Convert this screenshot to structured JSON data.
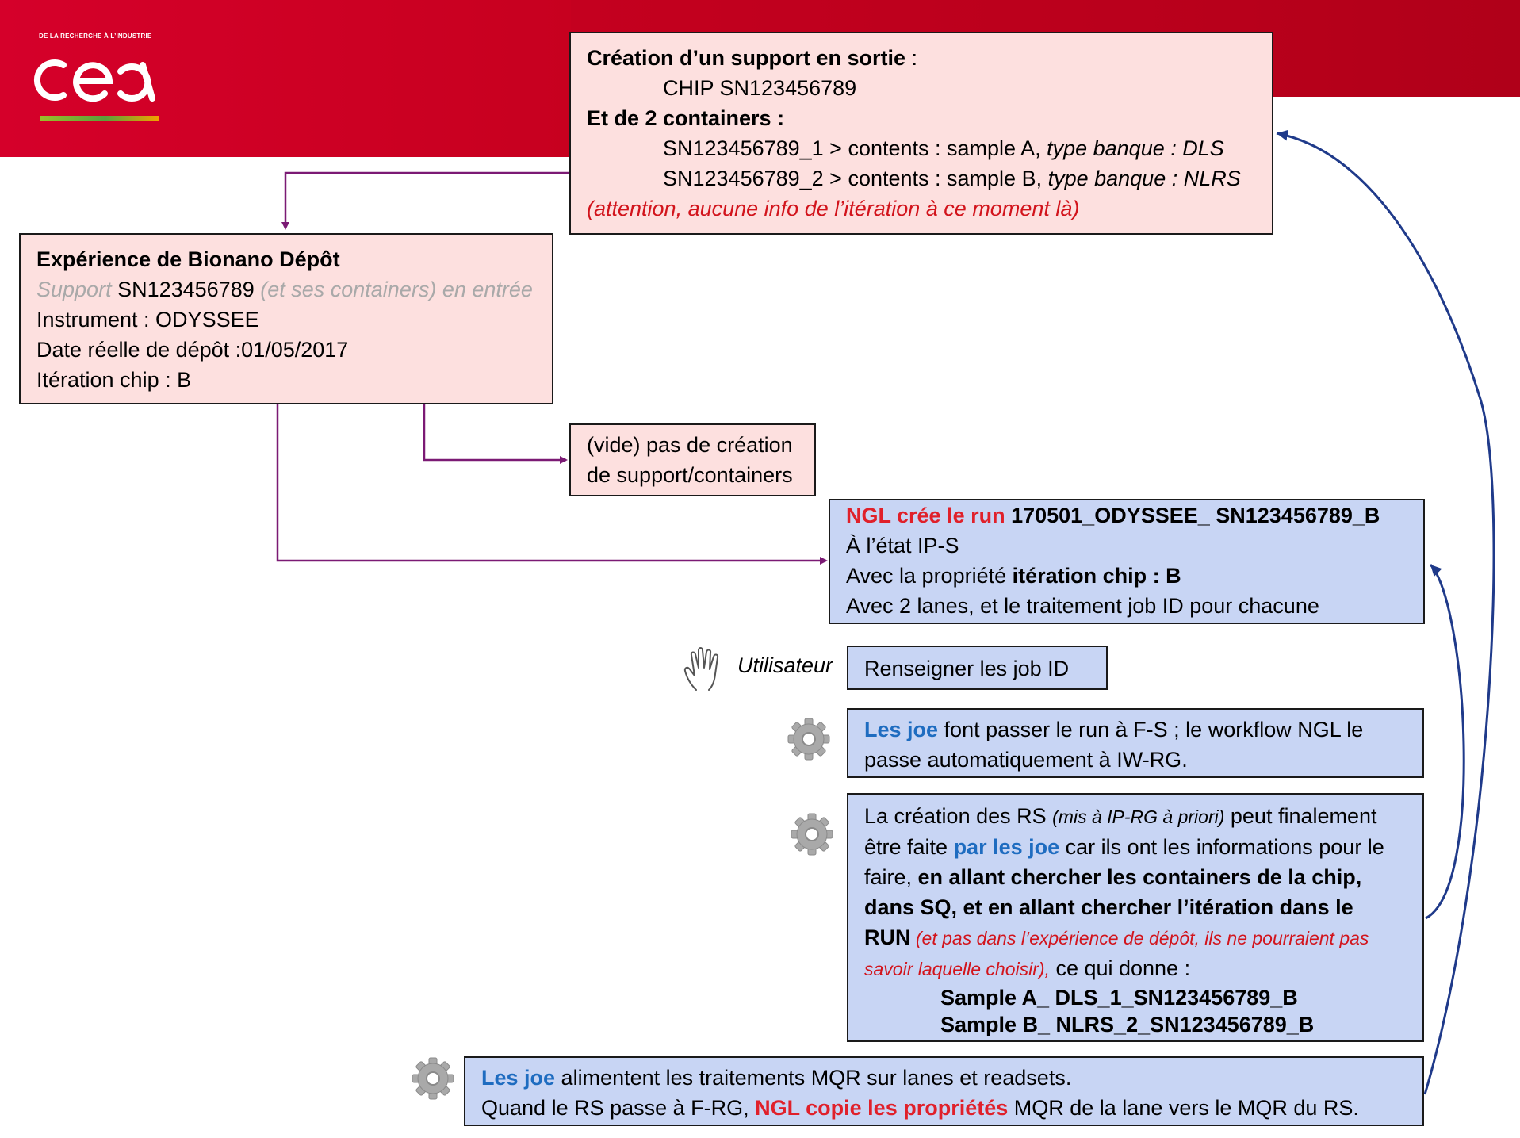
{
  "header": {
    "tagline": "DE LA RECHERCHE À L’INDUSTRIE",
    "logo_text": "cea"
  },
  "box_creation": {
    "l1_bold": "Création d’un support en sortie",
    "l1_rest": " :",
    "l2": "CHIP SN123456789",
    "l3_bold": "Et de 2 containers :",
    "l4_a": "SN123456789_1 > contents : sample A, ",
    "l4_b": "type banque : DLS",
    "l5_a": "SN123456789_2 > contents : sample B, ",
    "l5_b": "type banque : NLRS",
    "l6": "(attention, aucune info de l’itération à ce moment là)"
  },
  "box_experience": {
    "title": "Expérience de Bionano Dépôt",
    "support_a": "Support",
    "support_b": " SN123456789 ",
    "support_c": "(et ses containers) en entrée",
    "instrument": "Instrument : ODYSSEE",
    "date": "Date réelle de dépôt :01/05/2017",
    "iteration": "Itération chip : B"
  },
  "box_vide": {
    "l1": "(vide) pas de création",
    "l2": "de support/containers"
  },
  "box_run": {
    "l1_red": "NGL crée le run ",
    "l1_bold": "170501_ODYSSEE_ SN123456789_B",
    "l2": "À l’état IP-S",
    "l3_a": "Avec la propriété ",
    "l3_b": "itération chip : B",
    "l4": "Avec 2 lanes, et le traitement job ID pour chacune"
  },
  "user": {
    "label": "Utilisateur",
    "action": "Renseigner les job ID"
  },
  "box_joe1": {
    "l1_blue": "Les joe",
    "l1_rest": " font passer le run à F-S ; le workflow NGL le",
    "l2": "passe automatiquement à IW-RG."
  },
  "box_rs": {
    "l1_a": "La création des RS ",
    "l1_b": "(mis à IP-RG à priori)",
    "l1_c": " peut finalement",
    "l2_a": "être faite ",
    "l2_b": "par les joe",
    "l2_c": " car ils ont les informations pour le",
    "l3_a": "faire, ",
    "l3_b": "en allant chercher les containers de la chip,",
    "l4": "dans SQ, et en allant chercher l’itération dans le",
    "l5_a": "RUN",
    "l5_b": " (et pas dans l’expérience de dépôt, ils ne pourraient pas",
    "l6_a": "savoir laquelle choisir),",
    "l6_b": " ce qui donne :",
    "l7": "Sample A_ DLS_1_SN123456789_B",
    "l8": "Sample B_ NLRS_2_SN123456789_B"
  },
  "box_mqr": {
    "l1_blue": "Les joe",
    "l1_rest": " alimentent les traitements MQR sur lanes et readsets.",
    "l2_a": "Quand le RS passe à F-RG, ",
    "l2_b": "NGL copie les propriétés",
    "l2_c": " MQR de la lane vers le MQR du RS."
  },
  "colors": {
    "header_red": "#d5002a",
    "pink_box": "#fde0df",
    "blue_box": "#c8d5f4",
    "arrow_purple": "#7b1a74",
    "arrow_blue": "#1f3a8a",
    "joe_blue": "#1e6cc0",
    "ngl_red": "#e0202a"
  },
  "icons": [
    "cea-logo",
    "hand-icon",
    "gear-icon"
  ]
}
